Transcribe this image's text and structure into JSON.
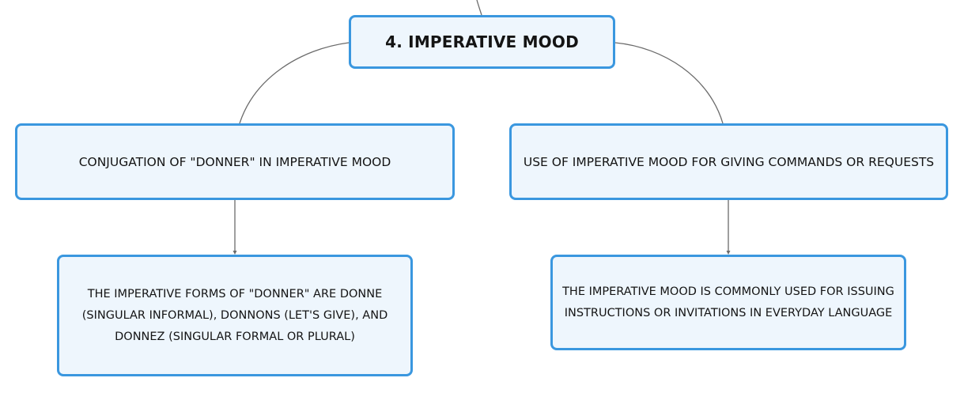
{
  "diagram": {
    "root": {
      "label": "4. IMPERATIVE MOOD"
    },
    "branches": [
      {
        "label": "CONJUGATION OF \"DONNER\" IN IMPERATIVE MOOD",
        "child": {
          "label": "THE IMPERATIVE FORMS OF \"DONNER\" ARE DONNE (SINGULAR INFORMAL), DONNONS (LET'S GIVE), AND DONNEZ (SINGULAR FORMAL OR PLURAL)"
        }
      },
      {
        "label": "USE OF IMPERATIVE MOOD FOR GIVING COMMANDS OR REQUESTS",
        "child": {
          "label": "THE IMPERATIVE MOOD IS COMMONLY USED FOR ISSUING INSTRUCTIONS OR INVITATIONS IN EVERYDAY LANGUAGE"
        }
      }
    ],
    "colors": {
      "node_border": "#3a97df",
      "node_fill": "#eef6fd",
      "connector": "#6b6b6b",
      "text": "#141414"
    }
  }
}
